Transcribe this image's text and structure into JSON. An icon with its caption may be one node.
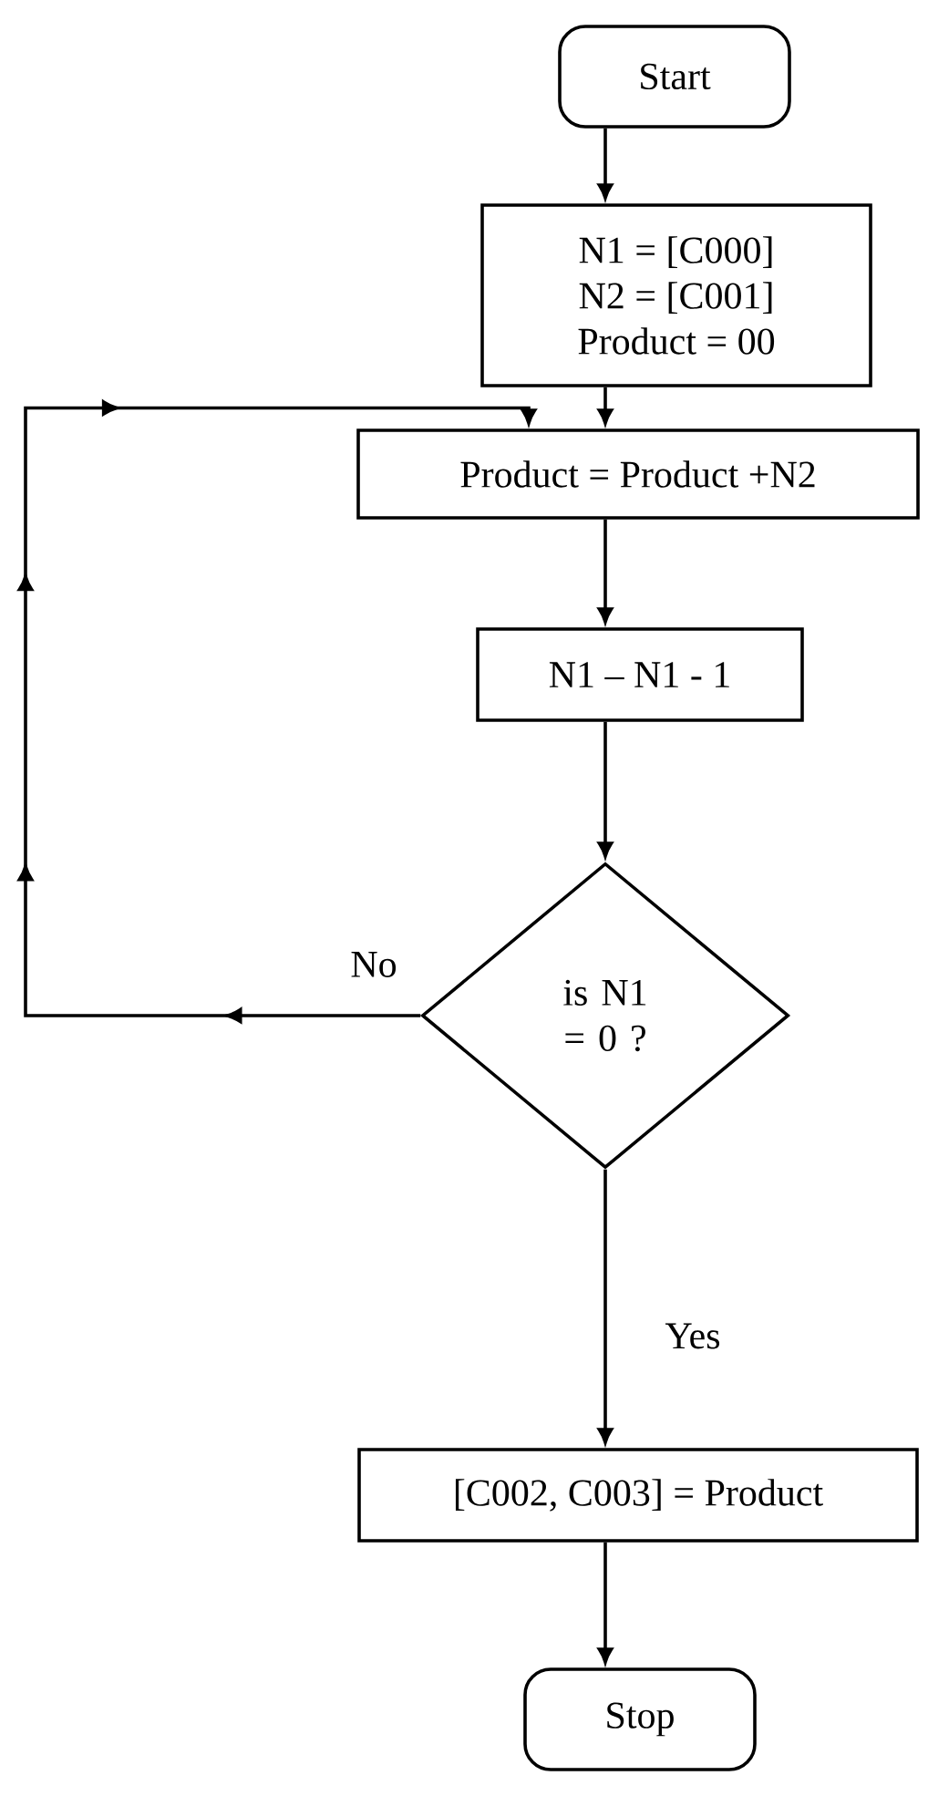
{
  "diagram": {
    "nodes": [
      {
        "text": [
          "Start"
        ]
      },
      {
        "text": [
          "N1 = [C000]",
          "N2 = [C001]",
          "Product = 00"
        ]
      },
      {
        "text": [
          "Product = Product +N2"
        ]
      },
      {
        "text": [
          "N1 – N1 - 1"
        ]
      },
      {
        "text": [
          "is N1 = 0 ?"
        ]
      },
      {
        "text": [
          "[C002, C003] = Product"
        ]
      },
      {
        "text": [
          "Stop"
        ]
      }
    ],
    "edges": [
      {
        "from": 0,
        "to": 1,
        "arrow": "to"
      },
      {
        "from": 1,
        "to": 2,
        "arrow": "to"
      },
      {
        "from": 2,
        "to": 3,
        "arrow": "to"
      },
      {
        "from": 3,
        "to": 4,
        "arrow": "to"
      },
      {
        "from": 4,
        "to": 2,
        "arrow": "to",
        "label": "No"
      },
      {
        "from": 4,
        "to": 5,
        "arrow": "to",
        "label": "Yes"
      },
      {
        "from": 5,
        "to": 6,
        "arrow": "to"
      }
    ]
  }
}
